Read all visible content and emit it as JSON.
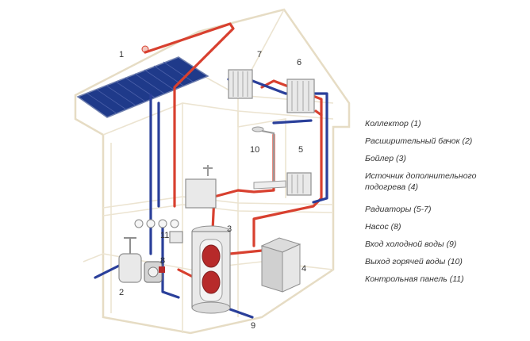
{
  "diagram": {
    "callouts": {
      "c1": "1",
      "c2": "2",
      "c3": "3",
      "c4": "4",
      "c5": "5",
      "c6": "6",
      "c7": "7",
      "c8": "8",
      "c9": "9",
      "c10": "10",
      "c11": "11"
    },
    "legend": [
      "Коллектор (1)",
      "Расширительный бачок (2)",
      "Бойлер (3)",
      "Источник дополнительного",
      "подогрева (4)",
      "Радиаторы (5-7)",
      "Насос (8)",
      "Вход холодной воды (9)",
      "Выход горячей воды (10)",
      "Контрольная панель (11)"
    ],
    "colors": {
      "hot_pipe": "#d8402f",
      "cold_pipe": "#2a3f9a",
      "walls": "#e6dcc4",
      "solar_panel": "#1f3a8a"
    }
  }
}
